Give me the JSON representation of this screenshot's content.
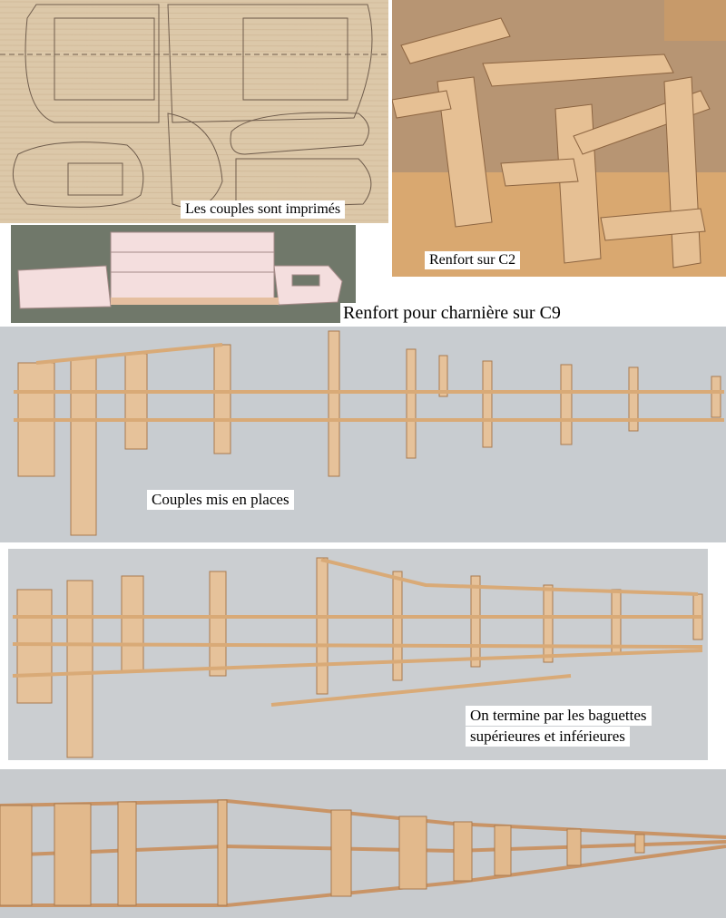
{
  "captions": {
    "printed": "Les couples sont imprimés",
    "c2": "Renfort sur C2",
    "c9": "Renfort pour charnière sur C9",
    "placed": "Couples mis en places",
    "final_line1": "On termine par les baguettes",
    "final_line2": "supérieures et inférieures"
  },
  "colors": {
    "wood": "#e8c39b",
    "wood_dark": "#b9875a",
    "plan_paper": "#d9c3a4",
    "wall": "#c9cdd2"
  }
}
